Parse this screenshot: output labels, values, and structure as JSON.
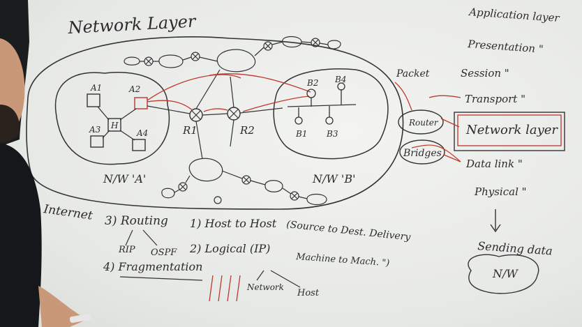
{
  "board": {
    "title": "Network Layer",
    "labels": {
      "a1": "A1",
      "a2": "A2",
      "a3": "A3",
      "a4": "A4",
      "h": "H",
      "b1": "B1",
      "b2": "B2",
      "b3": "B3",
      "b4": "B4",
      "r1": "R1",
      "r2": "R2",
      "nw_a": "N/W 'A'",
      "nw_b": "N/W 'B'",
      "internet": "Internet"
    },
    "osi_layers": [
      "Application layer",
      "Presentation \"",
      "Session \"",
      "Transport \"",
      "Network layer",
      "Data link \"",
      "Physical \""
    ],
    "side_labels": {
      "packet": "Packet",
      "router": "Router",
      "bridges": "Bridges"
    },
    "sending": {
      "text": "Sending data",
      "cloud": "N/W"
    },
    "notes": {
      "routing": "3) Routing",
      "rip": "RIP",
      "ospf": "OSPF",
      "fragmentation": "4) Fragmentation",
      "host_to_host": "1) Host to Host",
      "host_to_host_detail": "(Source to Dest. Delivery",
      "machine": "Machine to Mach. \")",
      "logical": "2) Logical (IP)",
      "network": "Network",
      "host": "Host"
    }
  },
  "colors": {
    "ink": "#2b2b2b",
    "red_ink": "#c0392b",
    "board": "#eceeeb",
    "skin": "#c99878",
    "shirt": "#15171a"
  }
}
